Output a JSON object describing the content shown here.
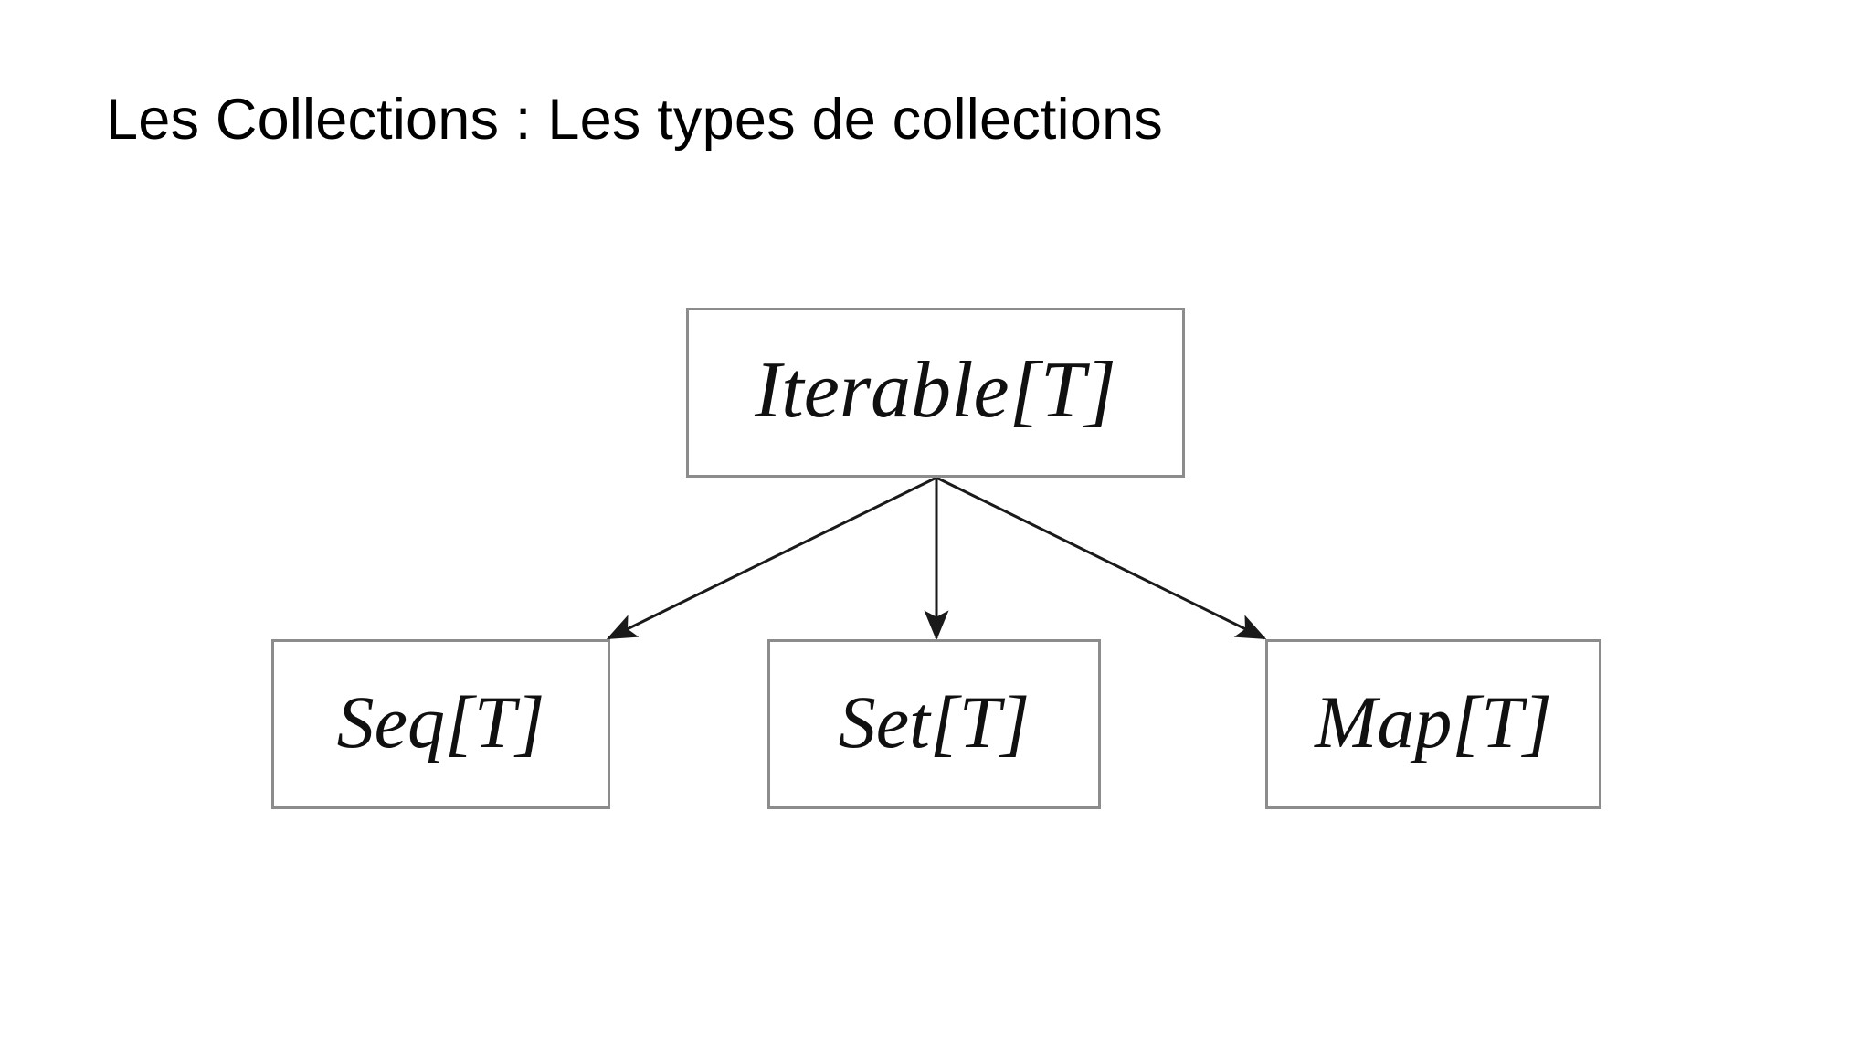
{
  "slide": {
    "title": "Les Collections : Les types de collections",
    "background_color": "#ffffff",
    "text_color": "#000000"
  },
  "diagram": {
    "kind": "class-hierarchy",
    "border_color": "#8c8c8c",
    "edge_color": "#1a1a1a",
    "nodes": {
      "root": {
        "label": "Iterable[T]"
      },
      "child_left": {
        "label": "Seq[T]"
      },
      "child_middle": {
        "label": "Set[T]"
      },
      "child_right": {
        "label": "Map[T]"
      }
    },
    "edges": [
      {
        "from": "Iterable[T]",
        "to": "Seq[T]",
        "arrow": "to"
      },
      {
        "from": "Iterable[T]",
        "to": "Set[T]",
        "arrow": "to"
      },
      {
        "from": "Iterable[T]",
        "to": "Map[T]",
        "arrow": "to"
      }
    ]
  }
}
